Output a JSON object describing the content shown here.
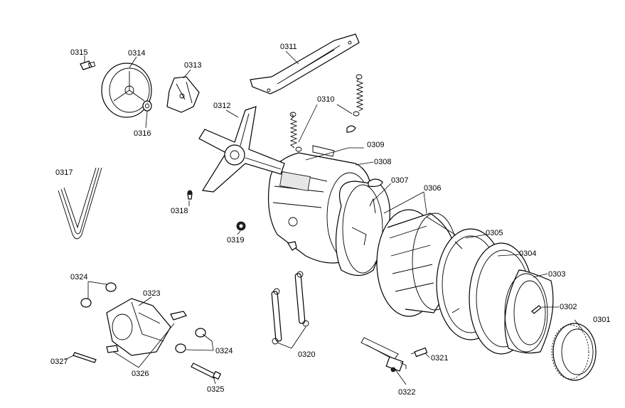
{
  "labels": {
    "p0301": "0301",
    "p0302": "0302",
    "p0303": "0303",
    "p0304": "0304",
    "p0305": "0305",
    "p0306": "0306",
    "p0307": "0307",
    "p0308": "0308",
    "p0309": "0309",
    "p0310": "0310",
    "p0311": "0311",
    "p0312": "0312",
    "p0313": "0313",
    "p0314": "0314",
    "p0315": "0315",
    "p0316": "0316",
    "p0317": "0317",
    "p0318": "0318",
    "p0319": "0319",
    "p0320": "0320",
    "p0321": "0321",
    "p0322": "0322",
    "p0323": "0323",
    "p0324a": "0324",
    "p0324b": "0324",
    "p0325": "0325",
    "p0326": "0326",
    "p0327": "0327"
  }
}
